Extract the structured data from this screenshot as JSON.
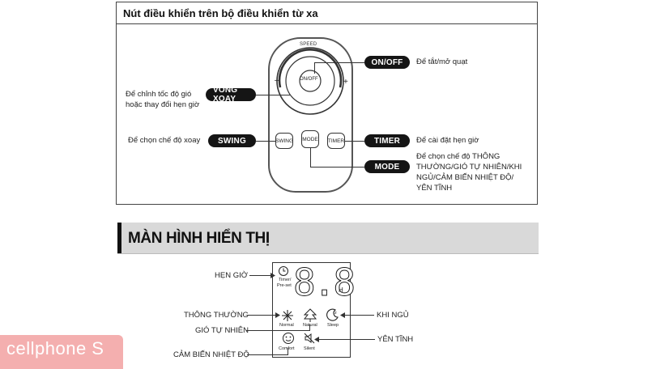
{
  "section1": {
    "title": "Nút điều khiển trên bộ điều khiển từ xa",
    "remote": {
      "speed_label": "SPEED",
      "minus": "–",
      "plus": "+",
      "onoff_button": "ON/OFF",
      "swing_button": "SWING",
      "mode_button": "MODE",
      "timer_button": "TIMER"
    },
    "callouts": {
      "onoff": {
        "tag": "ON/OFF",
        "desc": "Để tắt/mở quạt"
      },
      "vongxoay": {
        "tag": "VÒNG XOAY",
        "desc_line1": "Để chỉnh tốc độ gió",
        "desc_line2": "hoặc thay đổi hẹn giờ"
      },
      "swing": {
        "tag": "SWING",
        "desc": "Để chọn chế độ xoay"
      },
      "timer": {
        "tag": "TIMER",
        "desc": "Để cài đặt hẹn giờ"
      },
      "mode": {
        "tag": "MODE",
        "desc_line1": "Để chọn chế độ THÔNG",
        "desc_line2": "THƯỜNG/GIÓ TỰ NHIÊN/KHI",
        "desc_line3": "NGỦ/CẢM BIẾN NHIỆT ĐỘ/",
        "desc_line4": "YÊN TĨNH"
      }
    }
  },
  "section2": {
    "title": "MÀN HÌNH HIỂN THỊ",
    "display": {
      "timer_label": "Timer/",
      "preset_label": "Pre-set",
      "digits": "8.8",
      "hour_unit": "H",
      "normal": "Normal",
      "natural": "Natural",
      "sleep": "Sleep",
      "comfort": "Comfort",
      "silent": "Silent"
    },
    "labels": {
      "hen_gio": "HẸN GIỜ",
      "thong_thuong": "THÔNG THƯỜNG",
      "gio_tu_nhien": "GIÓ TỰ NHIÊN",
      "cam_bien": "CẢM BIẾN NHIỆT ĐỘ",
      "khi_ngu": "KHI NGỦ",
      "yen_tinh": "YÊN TĨNH"
    }
  },
  "watermark": "cellphone S"
}
